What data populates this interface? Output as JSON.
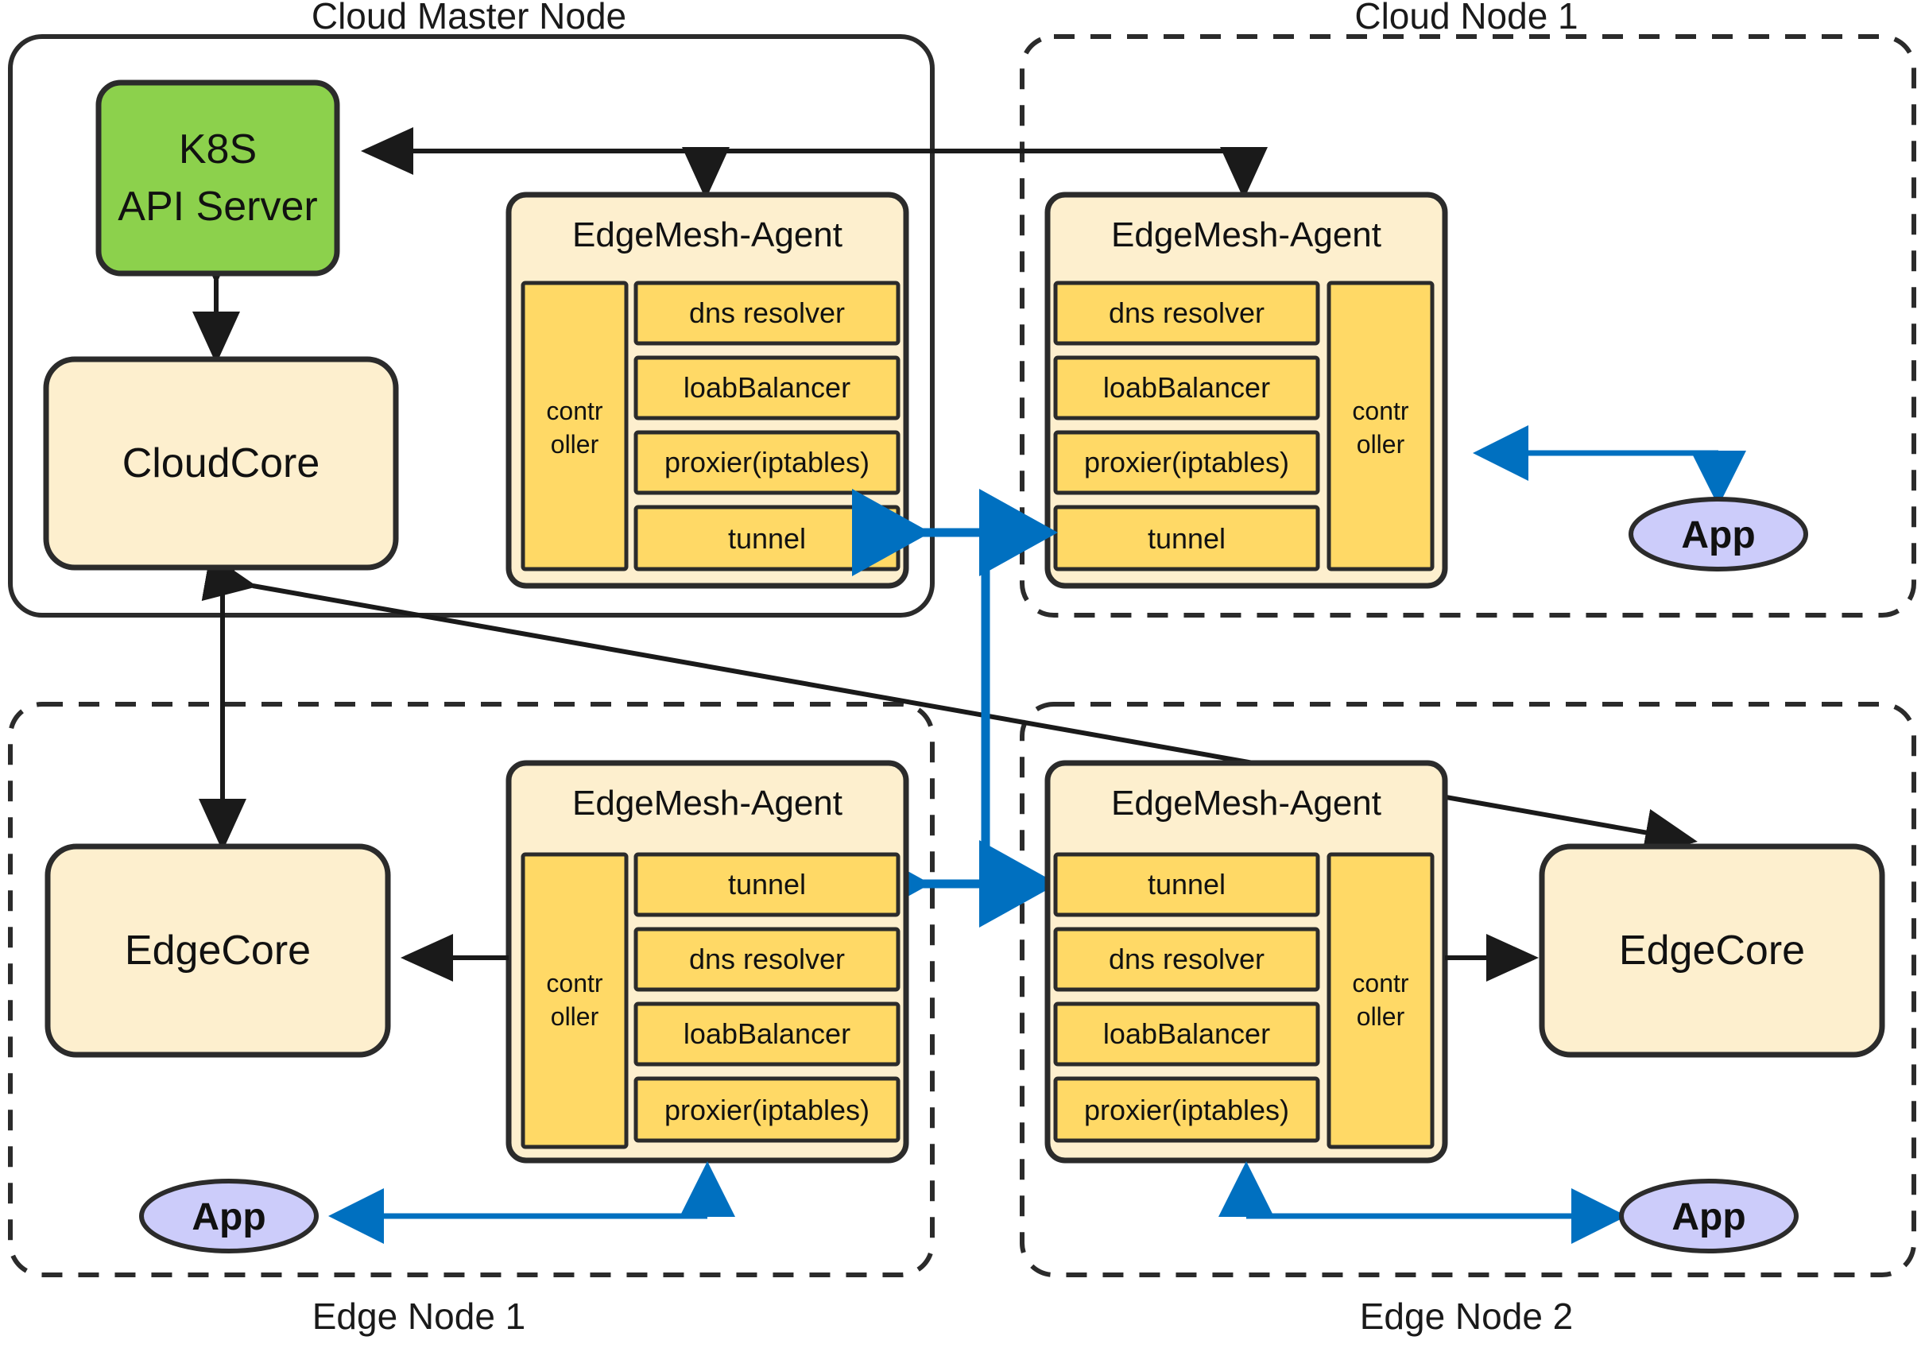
{
  "diagram": {
    "title_note": "EdgeMesh architecture across cloud and edge nodes",
    "zones": {
      "cloud_master": {
        "label": "Cloud Master Node"
      },
      "cloud_node_1": {
        "label": "Cloud Node 1"
      },
      "edge_node_1": {
        "label": "Edge Node  1"
      },
      "edge_node_2": {
        "label": "Edge Node 2"
      }
    },
    "nodes": {
      "k8s_api_server": {
        "line1": "K8S",
        "line2": "API Server"
      },
      "cloudcore": {
        "label": "CloudCore"
      },
      "edgecore_1": {
        "label": "EdgeCore"
      },
      "edgecore_2": {
        "label": "EdgeCore"
      },
      "app_cloud1": {
        "label": "App"
      },
      "app_edge1": {
        "label": "App"
      },
      "app_edge2": {
        "label": "App"
      }
    },
    "agents": {
      "master": {
        "title": "EdgeMesh-Agent",
        "controller": {
          "line1": "contr",
          "line2": "oller"
        },
        "controller_side": "left",
        "modules": [
          "dns resolver",
          "loabBalancer",
          "proxier(iptables)",
          "tunnel"
        ]
      },
      "cloud1": {
        "title": "EdgeMesh-Agent",
        "controller": {
          "line1": "contr",
          "line2": "oller"
        },
        "controller_side": "right",
        "modules": [
          "dns resolver",
          "loabBalancer",
          "proxier(iptables)",
          "tunnel"
        ]
      },
      "edge1": {
        "title": "EdgeMesh-Agent",
        "controller": {
          "line1": "contr",
          "line2": "oller"
        },
        "controller_side": "left",
        "modules": [
          "tunnel",
          "dns resolver",
          "loabBalancer",
          "proxier(iptables)"
        ]
      },
      "edge2": {
        "title": "EdgeMesh-Agent",
        "controller": {
          "line1": "contr",
          "line2": "oller"
        },
        "controller_side": "right",
        "modules": [
          "tunnel",
          "dns resolver",
          "loabBalancer",
          "proxier(iptables)"
        ]
      }
    },
    "colors": {
      "k8s_green": "#8CD14C",
      "core_cream": "#FDEFCE",
      "module_yellow": "#FFD966",
      "app_lavender": "#CCCCFA",
      "tunnel_blue": "#0070C0",
      "outline_dark": "#2b2b2b"
    },
    "connectors": [
      {
        "name": "cloudnode1-agent-to-k8s",
        "style": "solid-black",
        "direction": "one-way"
      },
      {
        "name": "k8s-to-master-agent",
        "style": "solid-black",
        "direction": "one-way"
      },
      {
        "name": "k8s-to-cloudcore",
        "style": "solid-black",
        "direction": "two-way"
      },
      {
        "name": "cloudcore-to-edgecore1",
        "style": "solid-black",
        "direction": "two-way"
      },
      {
        "name": "edge2-agent-to-cloudcore",
        "style": "solid-black",
        "direction": "two-way"
      },
      {
        "name": "master-tunnel-to-cloud1-tunnel",
        "style": "solid-blue",
        "direction": "two-way"
      },
      {
        "name": "edge1-tunnel-to-edge2-tunnel",
        "style": "solid-blue",
        "direction": "two-way"
      },
      {
        "name": "cloud1-controller-to-app",
        "style": "solid-blue",
        "direction": "one-way"
      },
      {
        "name": "edge1-agent-to-app",
        "style": "solid-blue",
        "direction": "one-way"
      },
      {
        "name": "edge2-agent-to-app",
        "style": "solid-blue",
        "direction": "one-way"
      },
      {
        "name": "edge1-controller-to-edgecore",
        "style": "solid-black",
        "direction": "one-way"
      },
      {
        "name": "edge2-controller-to-edgecore",
        "style": "solid-black",
        "direction": "one-way"
      }
    ]
  }
}
